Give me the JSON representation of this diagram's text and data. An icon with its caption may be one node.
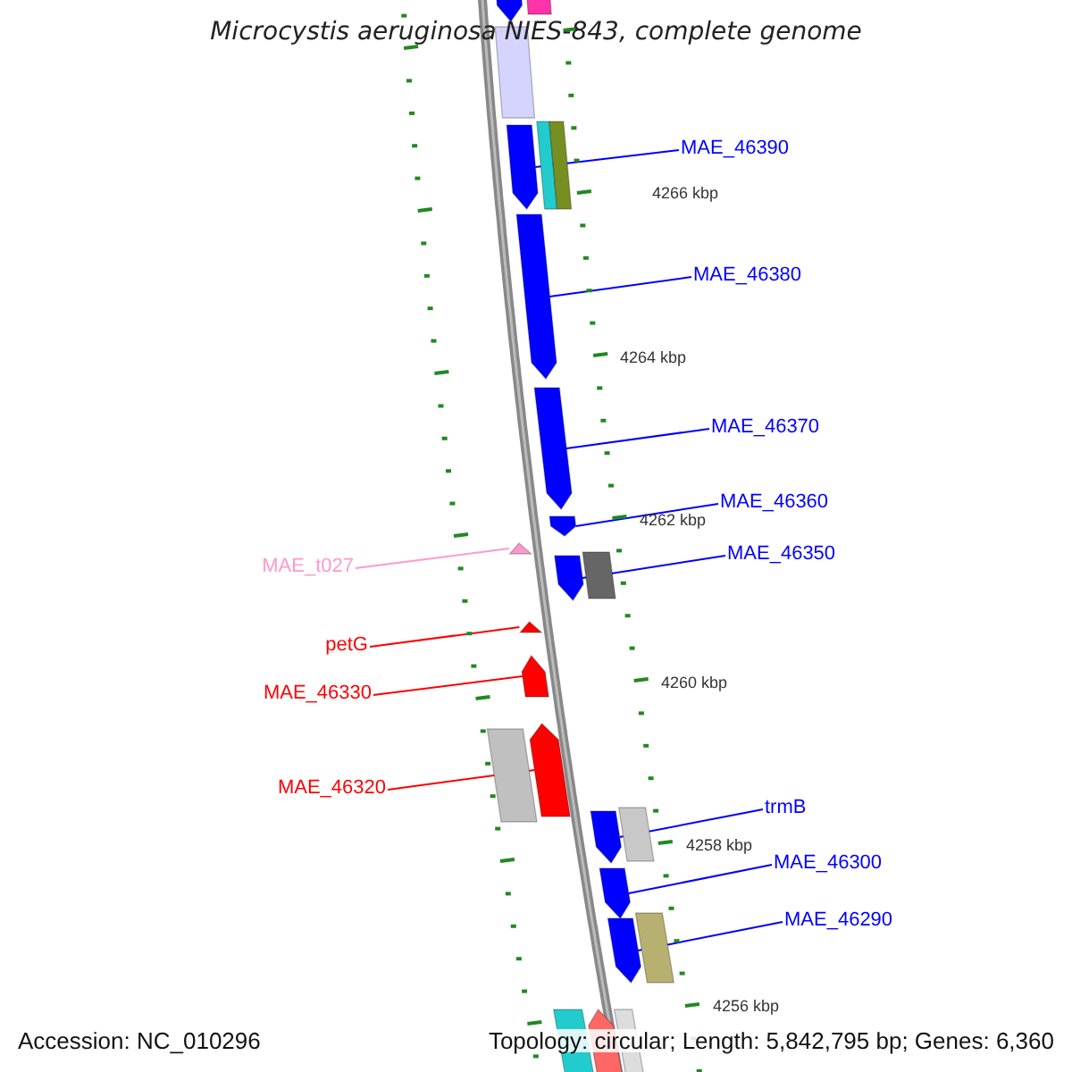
{
  "diagram": {
    "title": "Microcystis aeruginosa NIES-843, complete genome",
    "nodes": [
      {
        "text": [
          "MAE_46390"
        ]
      },
      {
        "text": [
          "MAE_46380"
        ]
      },
      {
        "text": [
          "MAE_46370"
        ]
      },
      {
        "text": [
          "MAE_46360"
        ]
      },
      {
        "text": [
          "MAE_46350"
        ]
      },
      {
        "text": [
          "MAE_t027"
        ]
      },
      {
        "text": [
          "petG"
        ]
      },
      {
        "text": [
          "MAE_46330"
        ]
      },
      {
        "text": [
          "MAE_46320"
        ]
      },
      {
        "text": [
          "trmB"
        ]
      },
      {
        "text": [
          "MAE_46300"
        ]
      },
      {
        "text": [
          "MAE_46290"
        ]
      },
      {
        "text": [],
        "shape": "arrow"
      },
      {
        "text": [],
        "shape": "arrow"
      },
      {
        "text": [],
        "shape": "arrow"
      },
      {
        "text": [],
        "shape": "arrow"
      },
      {
        "text": [],
        "shape": "arrow"
      },
      {
        "text": [],
        "shape": "arrow"
      },
      {
        "text": [],
        "shape": "triangle"
      },
      {
        "text": [],
        "shape": "triangle"
      },
      {
        "text": [],
        "shape": "arrow"
      },
      {
        "text": [],
        "shape": "arrow"
      },
      {
        "text": [],
        "shape": "arrow"
      },
      {
        "text": [],
        "shape": "arrow"
      },
      {
        "text": [],
        "shape": "arrow"
      }
    ],
    "edges": [
      {
        "from": 0,
        "to": 13,
        "arrow": "none"
      },
      {
        "from": 1,
        "to": 14,
        "arrow": "none"
      },
      {
        "from": 2,
        "to": 15,
        "arrow": "none"
      },
      {
        "from": 3,
        "to": 16,
        "arrow": "none"
      },
      {
        "from": 4,
        "to": 17,
        "arrow": "none"
      },
      {
        "from": 5,
        "to": 18,
        "arrow": "none",
        "color": "#ff99cc"
      },
      {
        "from": 6,
        "to": 19,
        "arrow": "none",
        "color": "#ff0000"
      },
      {
        "from": 7,
        "to": 20,
        "arrow": "none",
        "color": "#ff0000"
      },
      {
        "from": 8,
        "to": 21,
        "arrow": "none",
        "color": "#ff0000"
      },
      {
        "from": 9,
        "to": 22,
        "arrow": "none"
      },
      {
        "from": 10,
        "to": 23,
        "arrow": "none"
      },
      {
        "from": 11,
        "to": 24,
        "arrow": "none"
      }
    ],
    "labels": [
      "4266 kbp",
      "4264 kbp",
      "4262 kbp",
      "4260 kbp",
      "4258 kbp",
      "4256 kbp",
      "Accession: NC_010296",
      "Topology: circular; Length: 5,842,795 bp; Genes: 6,360"
    ]
  }
}
